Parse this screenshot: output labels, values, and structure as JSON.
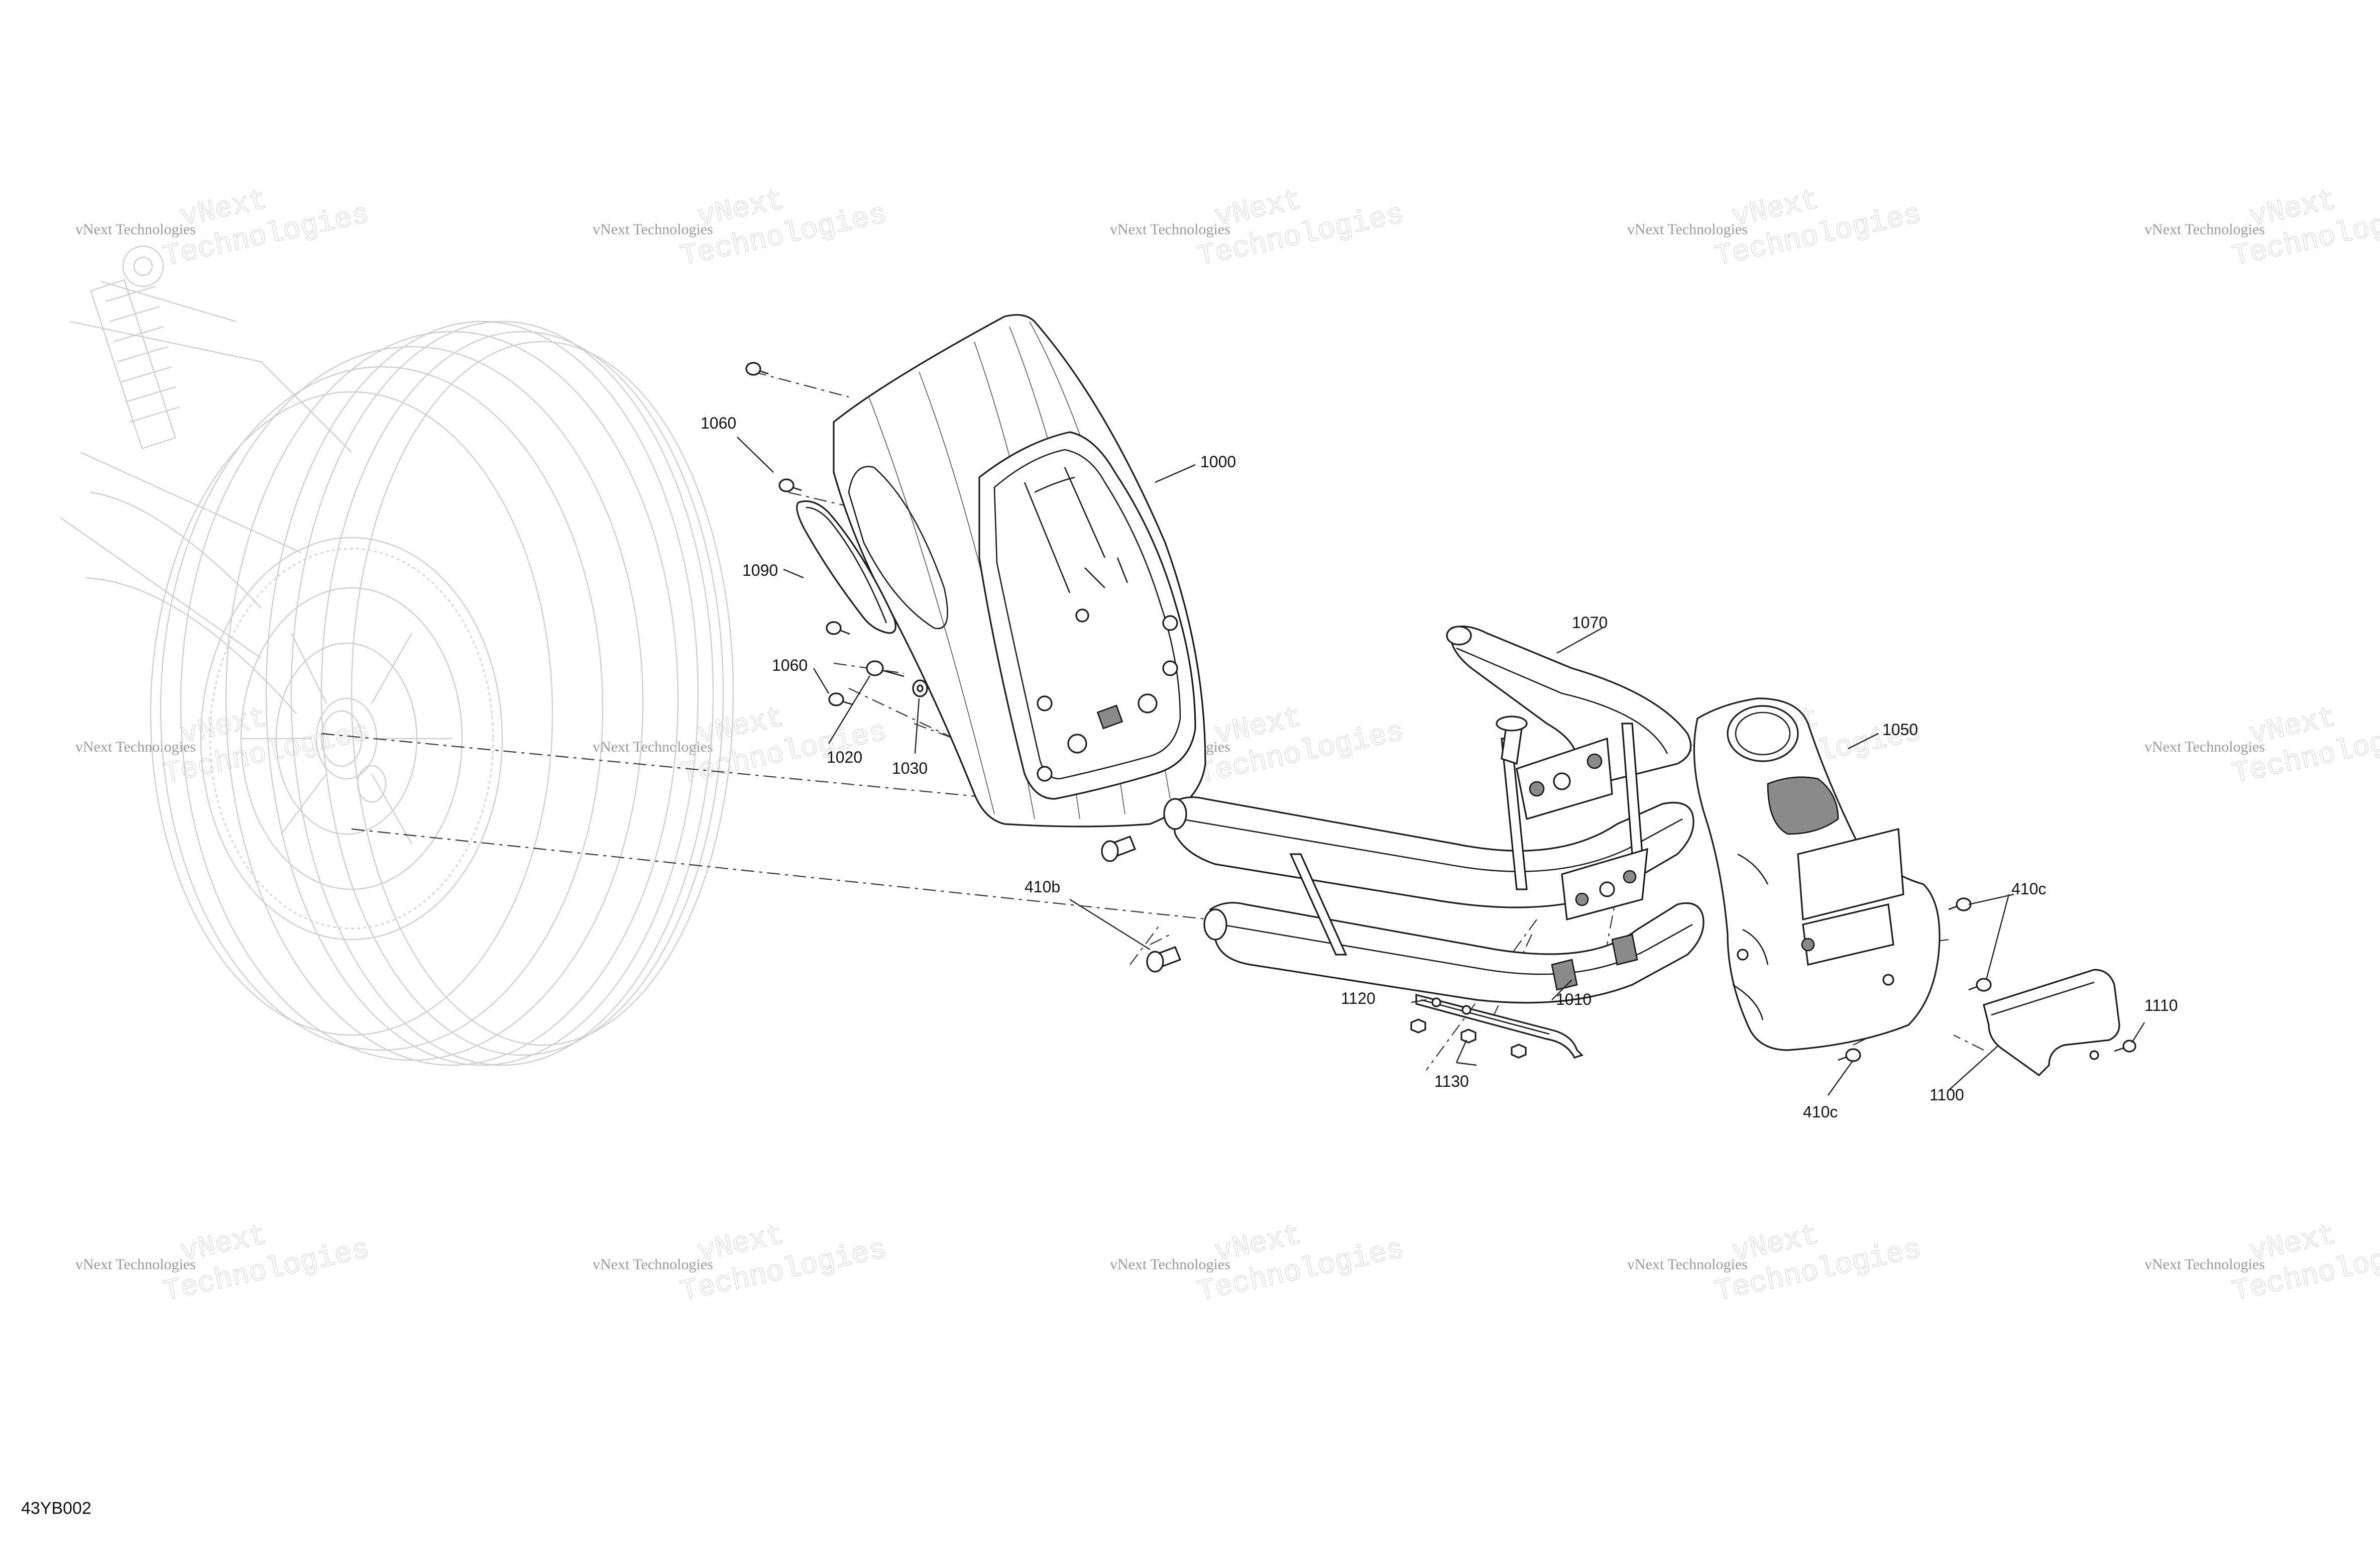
{
  "diagram_id": "43YB002",
  "watermark": {
    "text_small": "vNext Technologies",
    "text_big_line1": "vNext",
    "text_big_line2": "Technologies"
  },
  "callouts": {
    "c1000": "1000",
    "c1010": "1010",
    "c1020": "1020",
    "c1030": "1030",
    "c1050": "1050",
    "c1060_top": "1060",
    "c1060_bottom": "1060",
    "c1070": "1070",
    "c1090": "1090",
    "c1100": "1100",
    "c1110": "1110",
    "c1120": "1120",
    "c1130": "1130",
    "c410b": "410b",
    "c410c_top": "410c",
    "c410c_bottom": "410c"
  }
}
